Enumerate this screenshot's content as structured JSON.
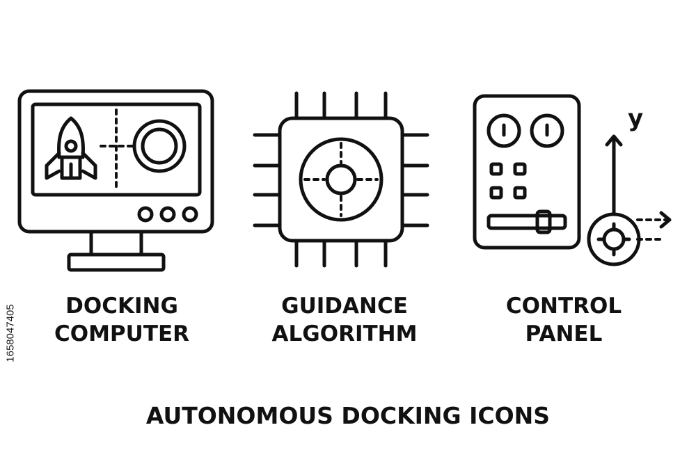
{
  "icons": [
    {
      "id": "docking-computer",
      "label_lines": [
        "DOCKING",
        "COMPUTER"
      ]
    },
    {
      "id": "guidance-algorithm",
      "label_lines": [
        "GUIDANCE",
        "ALGORITHM"
      ]
    },
    {
      "id": "control-panel",
      "label_lines": [
        "CONTROL",
        "PANEL"
      ]
    }
  ],
  "axis_label_y": "y",
  "title": "AUTONOMOUS DOCKING ICONS",
  "stock_id": "1658047405",
  "colors": {
    "ink": "#111111",
    "background": "#ffffff"
  }
}
